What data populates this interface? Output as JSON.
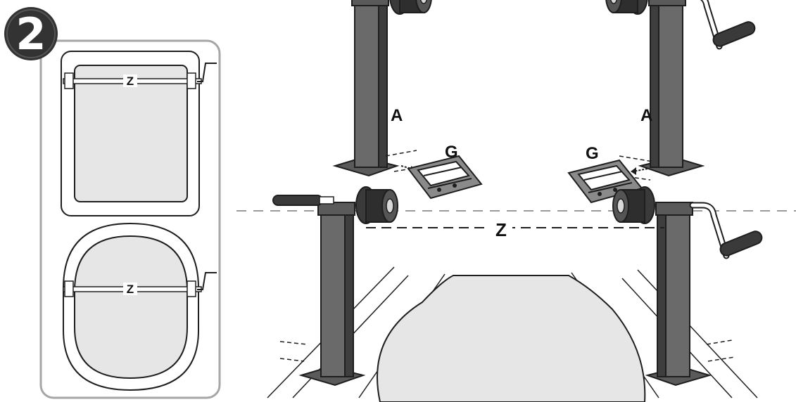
{
  "step": {
    "number": "2"
  },
  "labels": {
    "axle_distance": "Z",
    "stand": "A",
    "base_plate": "G"
  },
  "colors": {
    "ink": "#1e1e1e",
    "stand_fill": "#6a6a6a",
    "stand_dark": "#3e3e3e",
    "screen_fill": "#e6e6e6",
    "panel_border": "#a6a6a6",
    "dash": "#9a9a9a",
    "step_badge": "#333333"
  },
  "icons": {
    "step_badge": "step-number-badge",
    "stand": "support-stand-illustration",
    "plate": "base-plate-illustration",
    "crank": "winch-crank-handle"
  }
}
